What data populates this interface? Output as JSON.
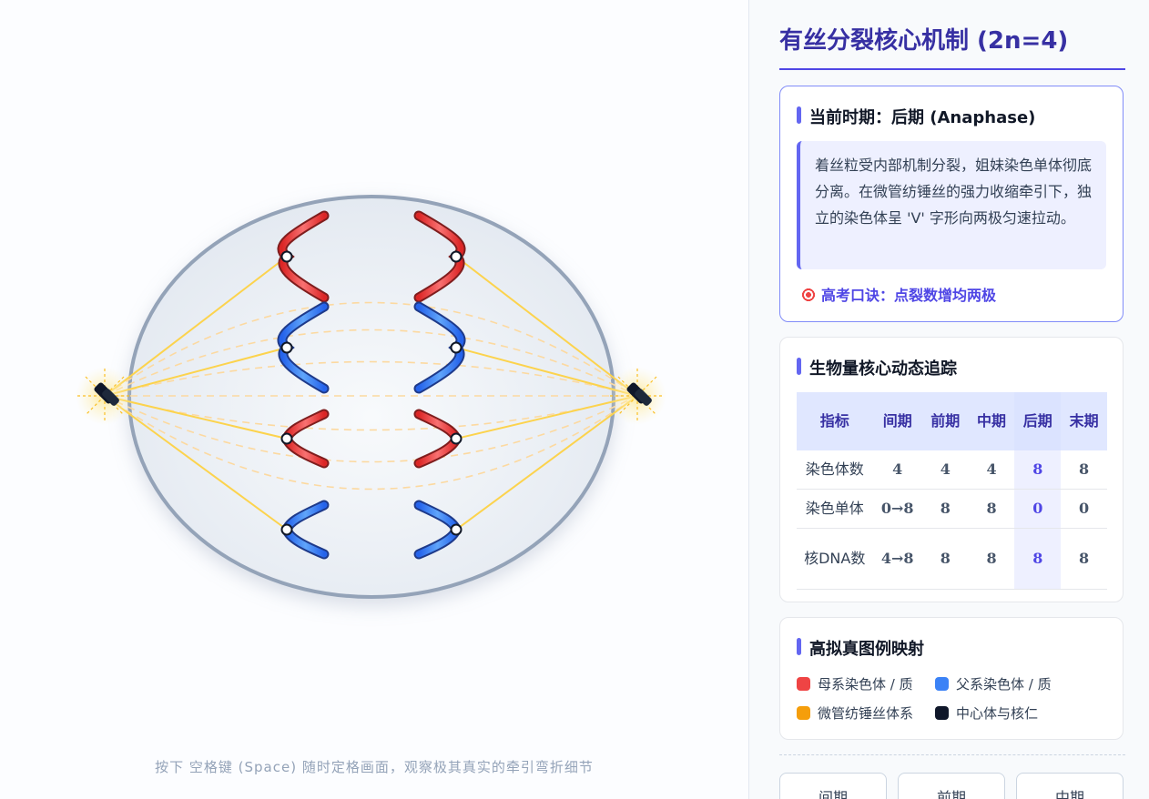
{
  "stage": {
    "hint": "按下 空格键 (Space) 随时定格画面，观察极其真实的牵引弯折细节"
  },
  "panel": {
    "title": "有丝分裂核心机制 (2n=4)",
    "phase_card": {
      "title": "当前时期：后期 (Anaphase)",
      "description": "着丝粒受内部机制分裂，姐妹染色单体彻底分离。在微管纺锤丝的强力收缩牵引下，独立的染色体呈 'V' 字形向两极匀速拉动。",
      "mnemonic": "高考口诀：点裂数增均两极"
    },
    "tracker_card": {
      "title": "生物量核心动态追踪",
      "headers": [
        "指标",
        "间期",
        "前期",
        "中期",
        "后期",
        "末期"
      ],
      "rows": [
        {
          "metric": "染色体数",
          "values": [
            "4",
            "4",
            "4",
            "8",
            "8"
          ]
        },
        {
          "metric": "染色单体",
          "values": [
            "0→8",
            "8",
            "8",
            "0",
            "0"
          ]
        },
        {
          "metric": "核DNA数",
          "values": [
            "4→8",
            "8",
            "8",
            "8",
            "8"
          ]
        }
      ],
      "highlight_column": "后期"
    },
    "legend_card": {
      "title": "高拟真图例映射",
      "items": [
        {
          "label": "母系染色体 / 质",
          "color": "#ef4444"
        },
        {
          "label": "父系染色体 / 质",
          "color": "#3b82f6"
        },
        {
          "label": "微管纺锤丝体系",
          "color": "#f59e0b"
        },
        {
          "label": "中心体与核仁",
          "color": "#0f172a"
        }
      ]
    },
    "phase_buttons": [
      "间期",
      "前期",
      "中期"
    ]
  },
  "colors": {
    "maternal": "#ef4444",
    "paternal": "#3b82f6",
    "spindle": "#fcd34d",
    "centrosome": "#1e293b",
    "accent": "#4f46e5"
  }
}
